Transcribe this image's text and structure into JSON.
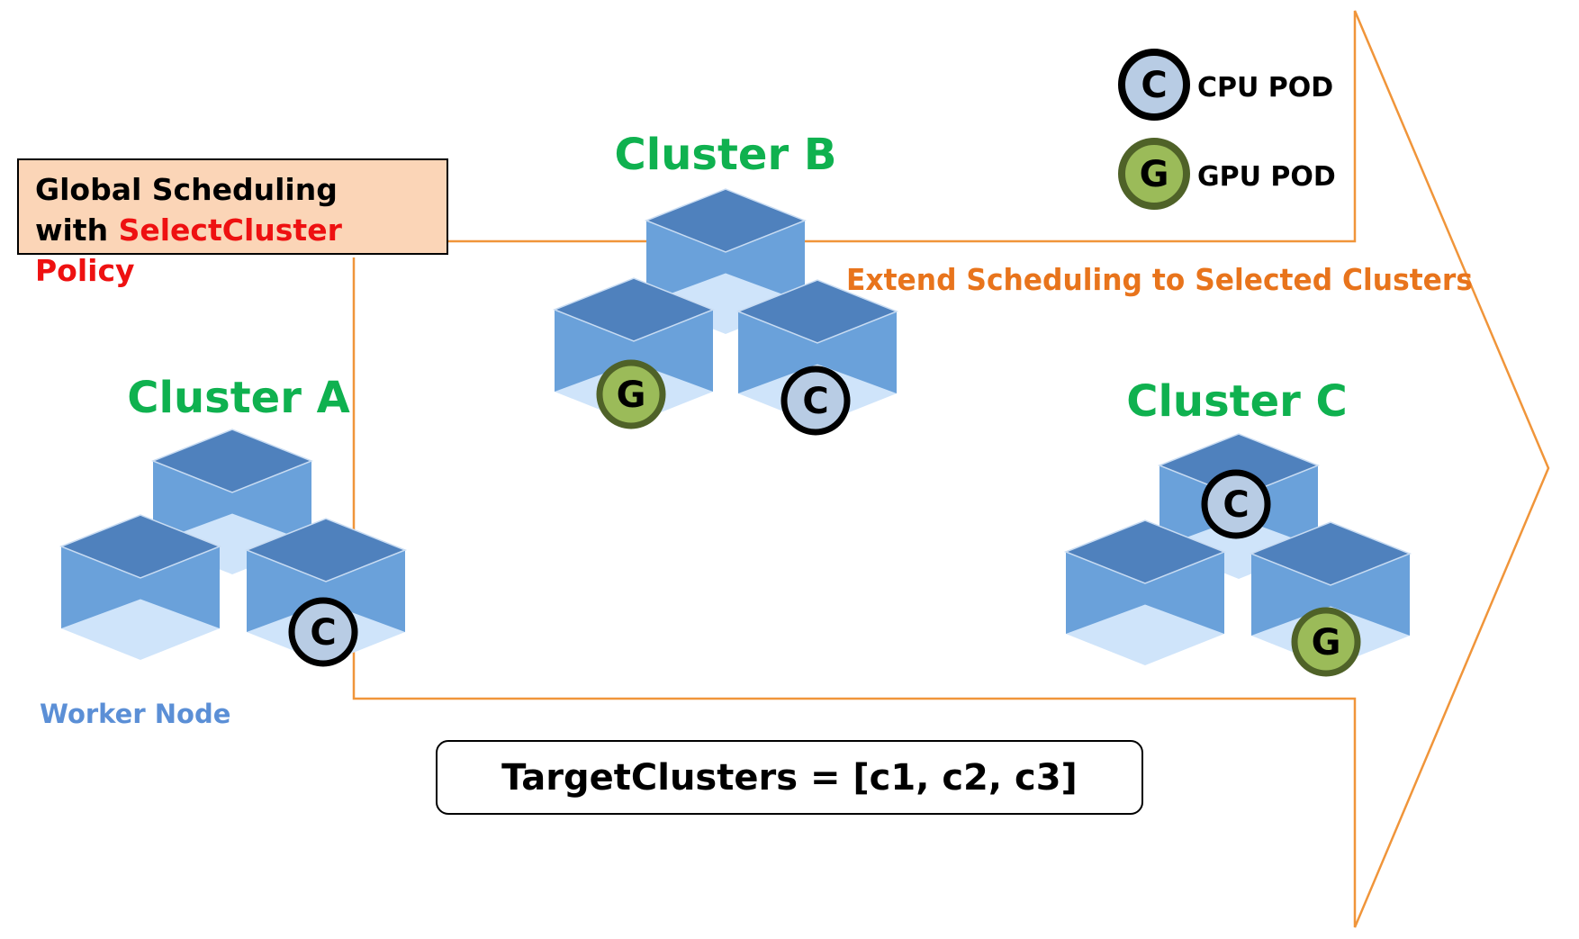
{
  "policy": {
    "line1": "Global Scheduling",
    "line2_prefix": "with",
    "line2_highlight": "SelectCluster Policy"
  },
  "arrow_label": "Extend Scheduling to Selected Clusters",
  "clusters": [
    {
      "label": "Cluster A",
      "pods": [
        "C"
      ]
    },
    {
      "label": "Cluster B",
      "pods": [
        "G",
        "C"
      ]
    },
    {
      "label": "Cluster C",
      "pods": [
        "C",
        "G"
      ]
    }
  ],
  "worker_node_label": "Worker Node",
  "legend": [
    {
      "glyph": "C",
      "label": "CPU POD"
    },
    {
      "glyph": "G",
      "label": "GPU POD"
    }
  ],
  "target_clusters": "TargetClusters = [c1, c2, c3]",
  "colors": {
    "arrow": "#f0953a",
    "cluster_label": "#0fb14f",
    "arrow_label": "#e8741c",
    "worker_node": "#5b8fd6",
    "highlight": "#ee1111",
    "policy_fill": "#fbd5b7",
    "cube_top": "#4f81bd",
    "cube_side": "#6aa1da",
    "cube_floor": "#cfe4fa",
    "cpu_pod_fill": "#b8cce4",
    "gpu_pod_fill": "#9bbb59",
    "gpu_pod_ring": "#4f6228"
  }
}
